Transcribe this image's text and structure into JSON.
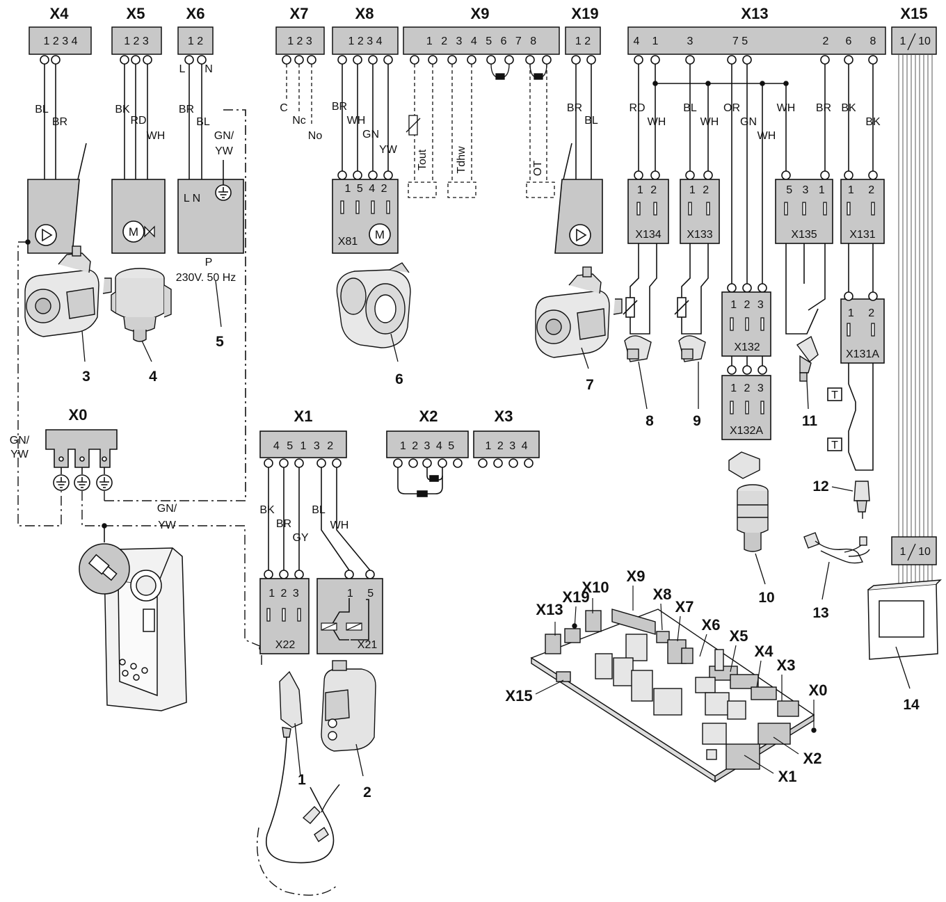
{
  "headers": {
    "X4": "X4",
    "X5": "X5",
    "X6": "X6",
    "X7": "X7",
    "X8": "X8",
    "X9": "X9",
    "X19": "X19",
    "X13": "X13",
    "X15": "X15",
    "X0": "X0",
    "X1": "X1",
    "X2": "X2",
    "X3": "X3"
  },
  "pins": {
    "X4": "1 2 3 4",
    "X5": "1 2 3",
    "X6": "1 2",
    "X7": "1 2 3",
    "X8": "1 2 3 4",
    "X9": "1 2 3 4 5 6 7 8",
    "X19": "1 2",
    "X13_a": "4",
    "X13_b": "1",
    "X13_c": "3",
    "X13_d": "7 5",
    "X13_e": "2",
    "X13_f": "6",
    "X13_g": "8",
    "X15_top": "1",
    "X15_bot": "10",
    "X1": "4 5 1 3 2",
    "X2": "1 2 3 4 5",
    "X3": "1 2 3 4",
    "X81": "1 5 4 2",
    "X81_name": "X81",
    "X134": "1 2",
    "X134_name": "X134",
    "X133": "1 2",
    "X133_name": "X133",
    "X135": "5 3 1",
    "X135_name": "X135",
    "X131": "1 2",
    "X131_name": "X131",
    "X132": "1 2 3",
    "X132_name": "X132",
    "X132A": "1 2 3",
    "X132A_name": "X132A",
    "X131A": "1 2",
    "X131A_name": "X131A",
    "X22": "1 2 3",
    "X22_name": "X22",
    "X21": "1 5",
    "X21_name": "X21",
    "X15_14_top": "1",
    "X15_14_bot": "10"
  },
  "wires": {
    "x4_bl": "BL",
    "x4_br": "BR",
    "x5_bk": "BK",
    "x5_rd": "RD",
    "x5_wh": "WH",
    "x6_l": "L",
    "x6_n": "N",
    "x6_br": "BR",
    "x6_bl": "BL",
    "x6_gnyw_1": "GN/",
    "x6_gnyw_2": "YW",
    "x7_c": "C",
    "x7_nc": "Nc",
    "x7_no": "No",
    "x8_br": "BR",
    "x8_wh": "WH",
    "x8_gn": "GN",
    "x8_yw": "YW",
    "x9_tout": "Tout",
    "x9_tdhw": "Tdhw",
    "x9_ot": "OT",
    "x19_br": "BR",
    "x19_bl": "BL",
    "x13_rd": "RD",
    "x13_wh1": "WH",
    "x13_bl": "BL",
    "x13_wh2": "WH",
    "x13_or": "OR",
    "x13_gn": "GN",
    "x13_wh3": "WH",
    "x13_wh4": "WH",
    "x13_br": "BR",
    "x13_bk1": "BK",
    "x13_bk2": "BK",
    "x1_bk": "BK",
    "x1_br": "BR",
    "x1_gy": "GY",
    "x1_bl": "BL",
    "x1_wh": "WH",
    "gnyw_left_1": "GN/",
    "gnyw_left_2": "YW",
    "gnyw_mid_1": "GN/",
    "gnyw_mid_2": "YW",
    "x6_ln": "L N",
    "x6_p": "P",
    "x6_voltage": "230V. 50 Hz",
    "x131a_t": "T"
  },
  "callouts": {
    "c1": "1",
    "c2": "2",
    "c3": "3",
    "c4": "4",
    "c5": "5",
    "c6": "6",
    "c7": "7",
    "c8": "8",
    "c9": "9",
    "c10": "10",
    "c11": "11",
    "c12": "12",
    "c13": "13",
    "c14": "14"
  },
  "pcb_labels": {
    "X19": "X19",
    "X10": "X10",
    "X9": "X9",
    "X8": "X8",
    "X7": "X7",
    "X13": "X13",
    "X6": "X6",
    "X5": "X5",
    "X4": "X4",
    "X3": "X3",
    "X0": "X0",
    "X15": "X15",
    "X2": "X2",
    "X1": "X1"
  },
  "colors": {
    "connector_fill": "#c8c8c8",
    "line": "#111111"
  },
  "icons": [
    "pump-icon",
    "motor-icon",
    "earth-icon",
    "fan-icon",
    "ntc-icon"
  ]
}
